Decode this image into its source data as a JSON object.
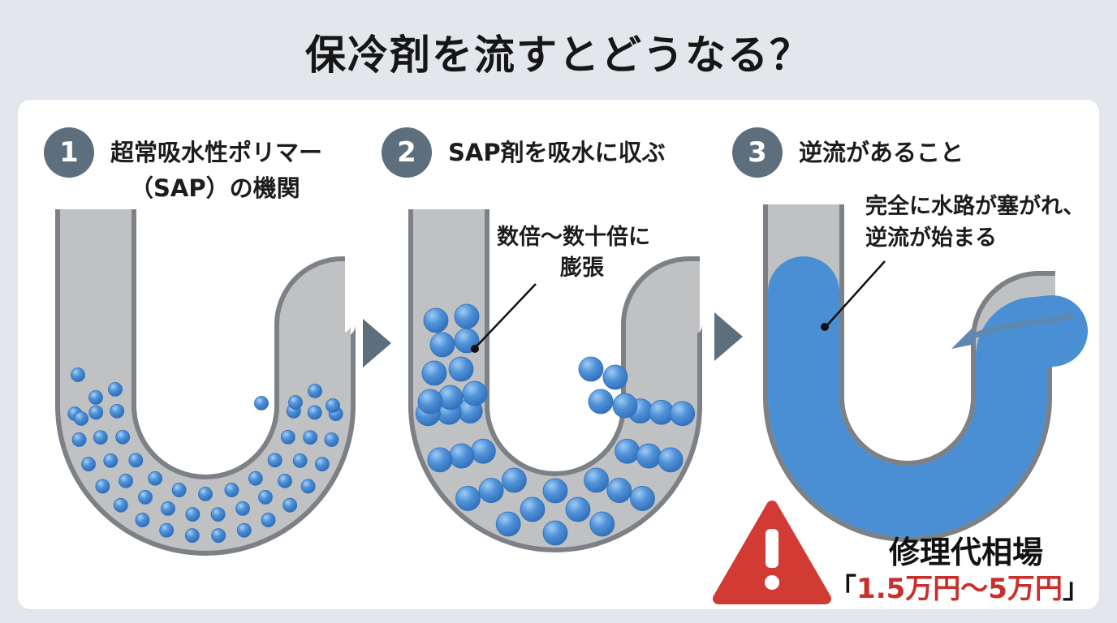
{
  "title": "保冷剤を流すとどうなる？",
  "steps": [
    {
      "number": "1",
      "label_line1": "超常吸水性ポリマー",
      "label_line2": "（SAP）の機関"
    },
    {
      "number": "2",
      "label_line1": "SAP剤を吸水に収ぶ"
    },
    {
      "number": "3",
      "label_line1": "逆流があること"
    }
  ],
  "notes": {
    "step2_line1": "数倍〜数十倍に",
    "step2_line2": "膨張",
    "step3_line1": "完全に水路が塞がれ、",
    "step3_line2": "逆流が始まる"
  },
  "cost": {
    "title": "修理代相場",
    "open": "「",
    "range": "1.5万円〜5万円",
    "close": "」"
  },
  "colors": {
    "badge": "#5d6e7c",
    "pipe": "#bfc1c3",
    "pipe_edge": "#7d8084",
    "water": "#4a8fd4",
    "bead": "#4b8fd8",
    "warning": "#d23a34"
  },
  "icons": [
    "arrow-right-icon",
    "warning-icon"
  ]
}
